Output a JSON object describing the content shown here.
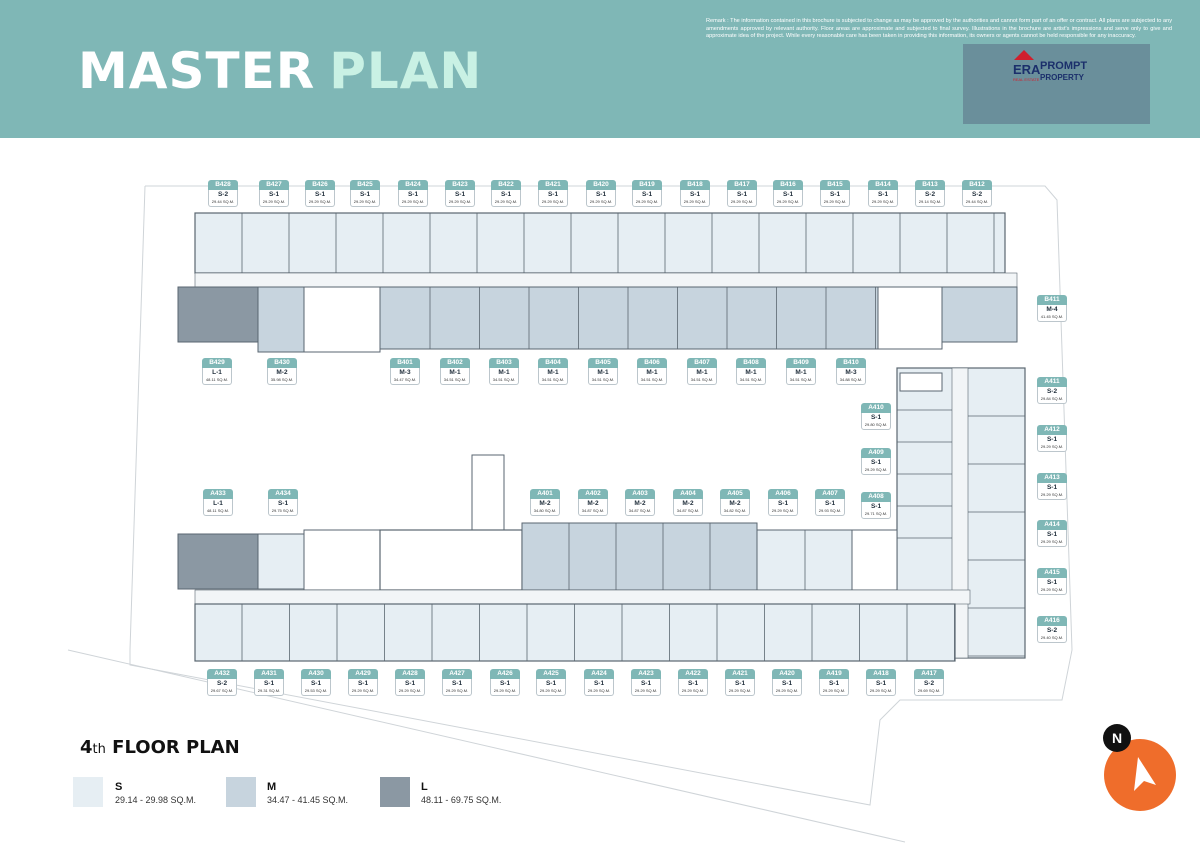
{
  "header": {
    "title_word1": "MASTER",
    "title_word2": "PLAN",
    "remark": "Remark : The information contained in this brochure is subjected to change as may be approved by the authorities and cannot form part of an offer or contract. All plans are subjected to any amendments approved by relevant authority. Floor areas are approximate and subjected to final survey. Illustrations in the brochure are artist's impressions and serve only to give and approximate idea of the project. While every reasonable care has been taken in providing this information, its owners or agents cannot be held responsible for any inaccuracy.",
    "logo": {
      "era": "ERA",
      "prompt": "PROMPT",
      "property": "PROPERTY",
      "sub": "REAL ESTATE",
      "brand_red": "#d01f2d",
      "brand_navy": "#1b2f6b"
    }
  },
  "colors": {
    "teal": "#7fb7b6",
    "type_s": "#e6eef3",
    "type_m": "#c7d4de",
    "type_l": "#8b98a3",
    "north": "#ef6d2b"
  },
  "floor_plan": {
    "title_num": "4",
    "title_suffix": "th",
    "title_rest": " FLOOR PLAN",
    "legend": [
      {
        "label": "S",
        "range": "29.14 - 29.98 SQ.M.",
        "color": "#e6eef3"
      },
      {
        "label": "M",
        "range": "34.47 - 41.45 SQ.M.",
        "color": "#c7d4de"
      },
      {
        "label": "L",
        "range": "48.11 - 69.75 SQ.M.",
        "color": "#8b98a3"
      }
    ],
    "north_label": "N",
    "units_top_b": [
      {
        "code": "B428",
        "type": "S-2",
        "area": "29.44 SQ.M."
      },
      {
        "code": "B427",
        "type": "S-1",
        "area": "29.29 SQ.M."
      },
      {
        "code": "B426",
        "type": "S-1",
        "area": "29.29 SQ.M."
      },
      {
        "code": "B425",
        "type": "S-1",
        "area": "29.29 SQ.M."
      },
      {
        "code": "B424",
        "type": "S-1",
        "area": "29.29 SQ.M."
      },
      {
        "code": "B423",
        "type": "S-1",
        "area": "29.29 SQ.M."
      },
      {
        "code": "B422",
        "type": "S-1",
        "area": "29.29 SQ.M."
      },
      {
        "code": "B421",
        "type": "S-1",
        "area": "29.29 SQ.M."
      },
      {
        "code": "B420",
        "type": "S-1",
        "area": "29.29 SQ.M."
      },
      {
        "code": "B419",
        "type": "S-1",
        "area": "29.29 SQ.M."
      },
      {
        "code": "B418",
        "type": "S-1",
        "area": "29.29 SQ.M."
      },
      {
        "code": "B417",
        "type": "S-1",
        "area": "29.29 SQ.M."
      },
      {
        "code": "B416",
        "type": "S-1",
        "area": "29.29 SQ.M."
      },
      {
        "code": "B415",
        "type": "S-1",
        "area": "29.29 SQ.M."
      },
      {
        "code": "B414",
        "type": "S-1",
        "area": "29.29 SQ.M."
      },
      {
        "code": "B413",
        "type": "S-2",
        "area": "29.14 SQ.M."
      },
      {
        "code": "B412",
        "type": "S-2",
        "area": "29.44 SQ.M."
      }
    ],
    "units_b_lower": [
      {
        "code": "B429",
        "type": "L-1",
        "area": "48.11 SQ.M."
      },
      {
        "code": "B430",
        "type": "M-2",
        "area": "35.98 SQ.M."
      },
      {
        "code": "B401",
        "type": "M-3",
        "area": "34.47 SQ.M."
      },
      {
        "code": "B402",
        "type": "M-1",
        "area": "34.51 SQ.M."
      },
      {
        "code": "B403",
        "type": "M-1",
        "area": "34.51 SQ.M."
      },
      {
        "code": "B404",
        "type": "M-1",
        "area": "34.51 SQ.M."
      },
      {
        "code": "B405",
        "type": "M-1",
        "area": "34.51 SQ.M."
      },
      {
        "code": "B406",
        "type": "M-1",
        "area": "34.51 SQ.M."
      },
      {
        "code": "B407",
        "type": "M-1",
        "area": "34.51 SQ.M."
      },
      {
        "code": "B408",
        "type": "M-1",
        "area": "34.51 SQ.M."
      },
      {
        "code": "B409",
        "type": "M-1",
        "area": "34.51 SQ.M."
      },
      {
        "code": "B410",
        "type": "M-3",
        "area": "34.88 SQ.M."
      }
    ],
    "unit_b411": {
      "code": "B411",
      "type": "M-4",
      "area": "41.45 SQ.M."
    },
    "units_a_right": [
      {
        "code": "A411",
        "type": "S-2",
        "area": "29.84 SQ.M."
      },
      {
        "code": "A412",
        "type": "S-1",
        "area": "29.29 SQ.M."
      },
      {
        "code": "A413",
        "type": "S-1",
        "area": "29.29 SQ.M."
      },
      {
        "code": "A414",
        "type": "S-1",
        "area": "29.29 SQ.M."
      },
      {
        "code": "A415",
        "type": "S-1",
        "area": "29.29 SQ.M."
      },
      {
        "code": "A416",
        "type": "S-2",
        "area": "29.40 SQ.M."
      }
    ],
    "units_a_inner": [
      {
        "code": "A410",
        "type": "S-1",
        "area": "29.80 SQ.M."
      },
      {
        "code": "A409",
        "type": "S-1",
        "area": "29.29 SQ.M."
      },
      {
        "code": "A408",
        "type": "S-1",
        "area": "29.71 SQ.M."
      }
    ],
    "units_a_middle": [
      {
        "code": "A433",
        "type": "L-1",
        "area": "48.11 SQ.M."
      },
      {
        "code": "A434",
        "type": "S-1",
        "area": "29.75 SQ.M."
      },
      {
        "code": "A401",
        "type": "M-2",
        "area": "34.80 SQ.M."
      },
      {
        "code": "A402",
        "type": "M-2",
        "area": "34.87 SQ.M."
      },
      {
        "code": "A403",
        "type": "M-2",
        "area": "34.87 SQ.M."
      },
      {
        "code": "A404",
        "type": "M-2",
        "area": "34.87 SQ.M."
      },
      {
        "code": "A405",
        "type": "M-2",
        "area": "34.82 SQ.M."
      },
      {
        "code": "A406",
        "type": "S-1",
        "area": "29.29 SQ.M."
      },
      {
        "code": "A407",
        "type": "S-1",
        "area": "29.93 SQ.M."
      }
    ],
    "units_bottom_a": [
      {
        "code": "A432",
        "type": "S-2",
        "area": "29.67 SQ.M."
      },
      {
        "code": "A431",
        "type": "S-1",
        "area": "29.31 SQ.M."
      },
      {
        "code": "A430",
        "type": "S-1",
        "area": "29.53 SQ.M."
      },
      {
        "code": "A429",
        "type": "S-1",
        "area": "29.29 SQ.M."
      },
      {
        "code": "A428",
        "type": "S-1",
        "area": "29.29 SQ.M."
      },
      {
        "code": "A427",
        "type": "S-1",
        "area": "29.29 SQ.M."
      },
      {
        "code": "A426",
        "type": "S-1",
        "area": "29.29 SQ.M."
      },
      {
        "code": "A425",
        "type": "S-1",
        "area": "29.29 SQ.M."
      },
      {
        "code": "A424",
        "type": "S-1",
        "area": "29.29 SQ.M."
      },
      {
        "code": "A423",
        "type": "S-1",
        "area": "29.29 SQ.M."
      },
      {
        "code": "A422",
        "type": "S-1",
        "area": "29.29 SQ.M."
      },
      {
        "code": "A421",
        "type": "S-1",
        "area": "29.29 SQ.M."
      },
      {
        "code": "A420",
        "type": "S-1",
        "area": "29.29 SQ.M."
      },
      {
        "code": "A419",
        "type": "S-1",
        "area": "29.29 SQ.M."
      },
      {
        "code": "A418",
        "type": "S-1",
        "area": "29.29 SQ.M."
      },
      {
        "code": "A417",
        "type": "S-2",
        "area": "29.69 SQ.M."
      }
    ]
  }
}
